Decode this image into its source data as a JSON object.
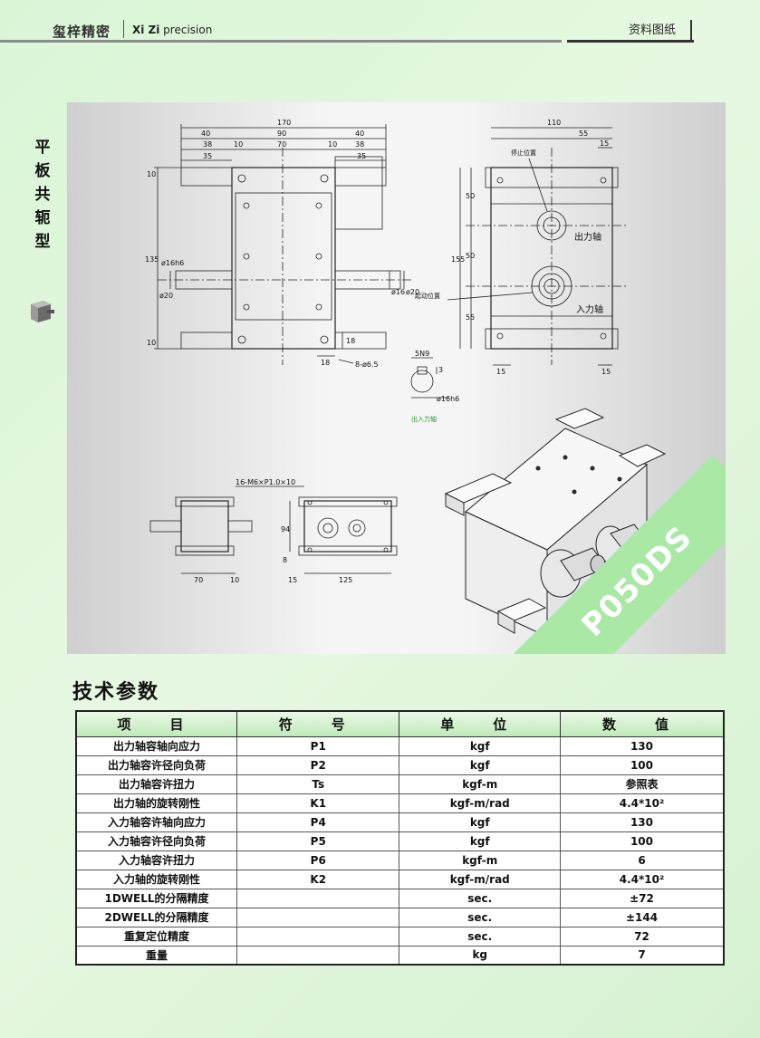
{
  "header": {
    "brand_cn": "玺梓精密",
    "brand_en_bold": "Xi Zi",
    "brand_en_rest": " precision",
    "doc_type": "资料图纸"
  },
  "side": {
    "chars": [
      "平",
      "板",
      "共",
      "轭",
      "型"
    ],
    "icon": "gearbox-icon"
  },
  "drawing": {
    "model": "P050DS",
    "front_view": {
      "dims_top": [
        "170",
        "40",
        "90",
        "40",
        "38",
        "10",
        "70",
        "10",
        "38",
        "35",
        "35"
      ],
      "dims_left": [
        "10",
        "135",
        "10"
      ],
      "labels": [
        "ø16h6",
        "ø20",
        "ø16",
        "ø20",
        "18",
        "18",
        "8-ø6.5"
      ]
    },
    "side_view": {
      "dims": [
        "110",
        "55",
        "15",
        "50",
        "155",
        "50",
        "55",
        "15",
        "15"
      ],
      "labels": [
        "停止位置",
        "出力轴",
        "起动位置",
        "入力轴"
      ]
    },
    "shaft_detail": {
      "labels": [
        "5N9",
        "3",
        "ø16h6",
        "出入力轴"
      ]
    },
    "bottom_views": {
      "labels": [
        "16-M6×P1.0×10",
        "94",
        "8",
        "70",
        "10",
        "15",
        "125"
      ]
    }
  },
  "section_title": "技术参数",
  "table": {
    "headers": [
      "项　目",
      "符　号",
      "单　位",
      "数　值"
    ],
    "rows": [
      {
        "item": "出力轴容轴向应力",
        "symbol": "P1",
        "unit": "kgf",
        "value": "130"
      },
      {
        "item": "出力轴容许径向负荷",
        "symbol": "P2",
        "unit": "kgf",
        "value": "100"
      },
      {
        "item": "出力轴容许扭力",
        "symbol": "Ts",
        "unit": "kgf-m",
        "value": "参照表"
      },
      {
        "item": "出力轴的旋转刚性",
        "symbol": "K1",
        "unit": "kgf-m/rad",
        "value": "4.4*10²"
      },
      {
        "item": "入力轴容许轴向应力",
        "symbol": "P4",
        "unit": "kgf",
        "value": "130"
      },
      {
        "item": "入力轴容许径向负荷",
        "symbol": "P5",
        "unit": "kgf",
        "value": "100"
      },
      {
        "item": "入力轴容许扭力",
        "symbol": "P6",
        "unit": "kgf-m",
        "value": "6"
      },
      {
        "item": "入力轴的旋转刚性",
        "symbol": "K2",
        "unit": "kgf-m/rad",
        "value": "4.4*10²"
      },
      {
        "item": "1DWELL的分隔精度",
        "symbol": "",
        "unit": "sec.",
        "value": "±72"
      },
      {
        "item": "2DWELL的分隔精度",
        "symbol": "",
        "unit": "sec.",
        "value": "±144"
      },
      {
        "item": "重复定位精度",
        "symbol": "",
        "unit": "sec.",
        "value": "72"
      },
      {
        "item": "重量",
        "symbol": "",
        "unit": "kg",
        "value": "7"
      }
    ]
  }
}
